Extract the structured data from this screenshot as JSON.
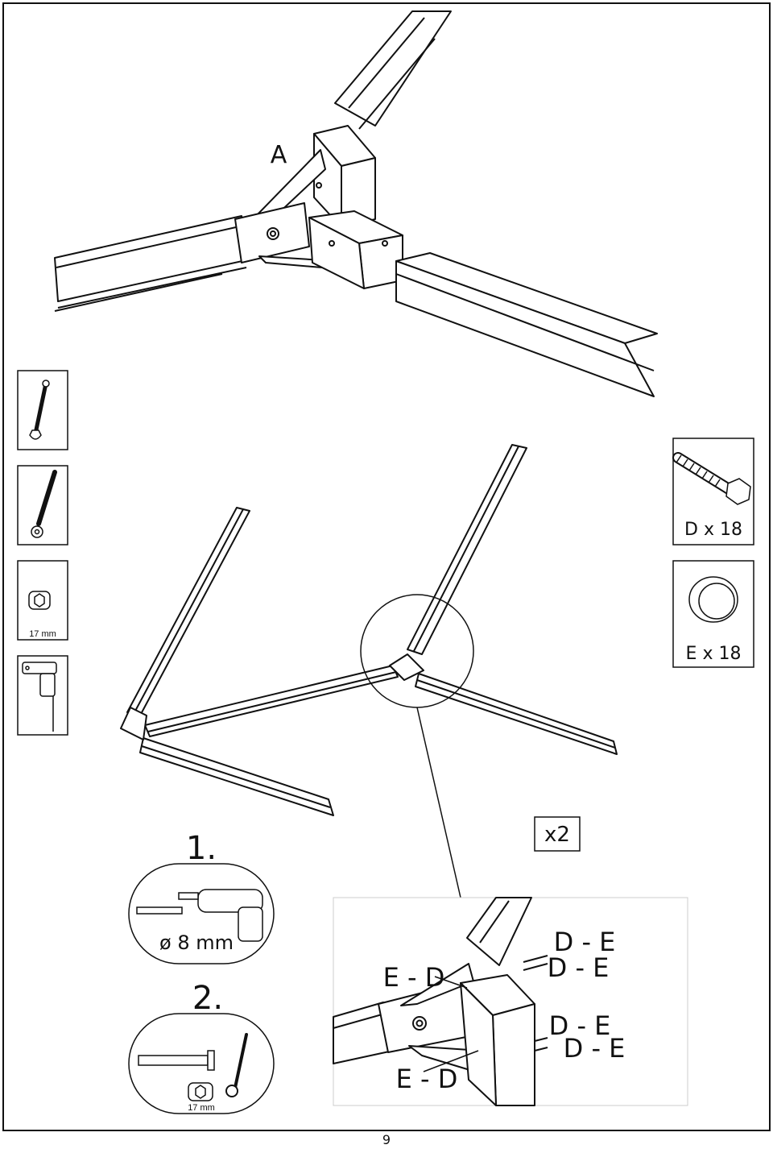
{
  "detail_a": {
    "label": "A"
  },
  "tools": {
    "socket_size": "17 mm"
  },
  "parts": {
    "bolt": {
      "label": "D x 18"
    },
    "cap": {
      "label": "E x 18"
    }
  },
  "multiplier": "x2",
  "steps": [
    {
      "number": "1.",
      "caption": "ø 8 mm"
    },
    {
      "number": "2.",
      "caption": "17 mm"
    }
  ],
  "callouts": {
    "left_top": "E - D",
    "left_bottom": "E - D",
    "right_1": "D - E",
    "right_2": "D - E",
    "right_3": "D - E",
    "right_4": "D - E"
  },
  "page_number": "9"
}
